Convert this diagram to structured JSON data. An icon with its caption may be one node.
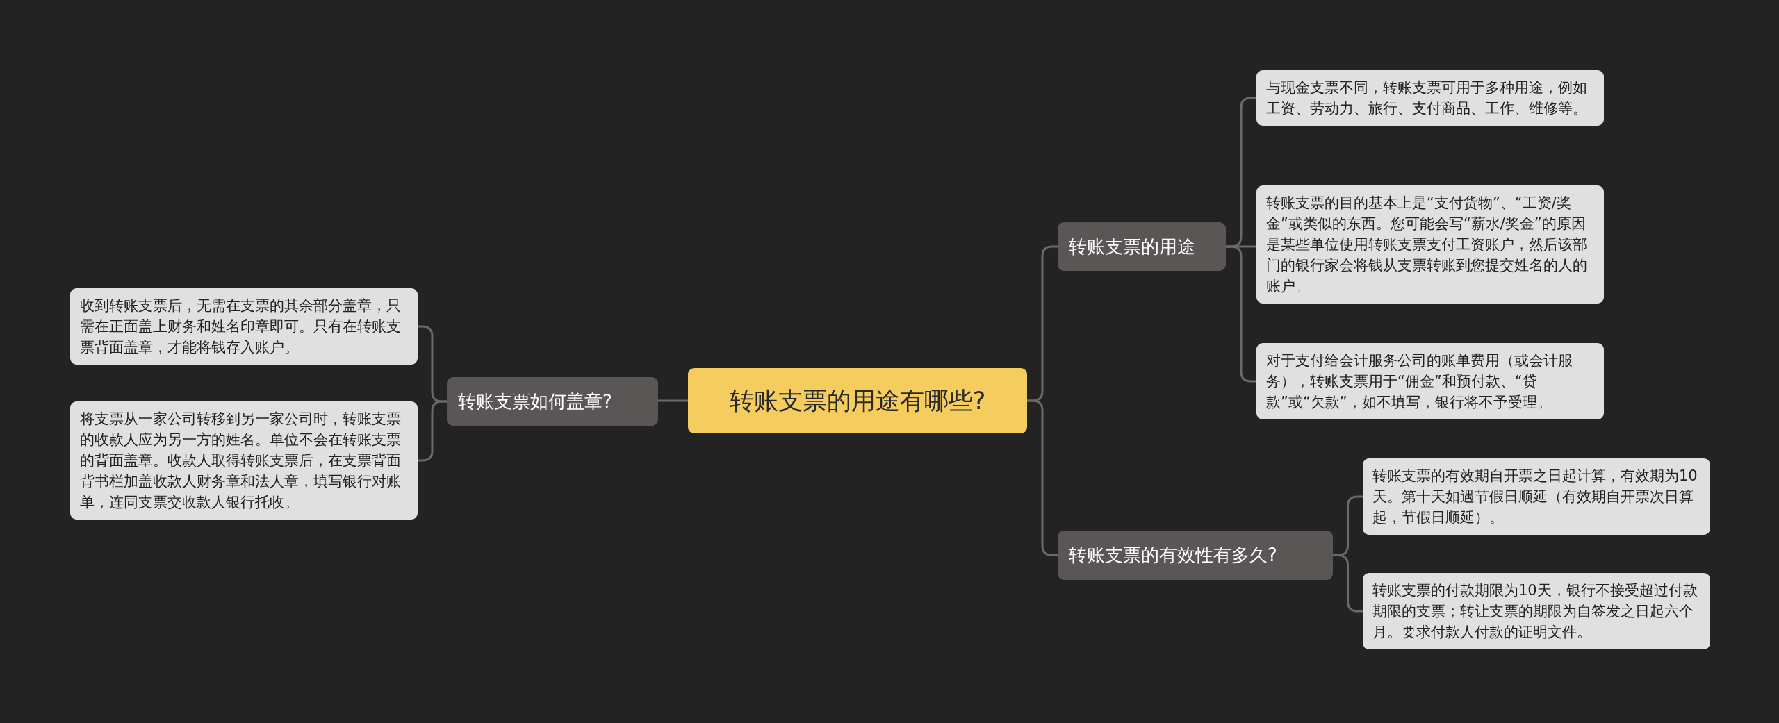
{
  "diagram": {
    "nodes": [
      {
        "text": [
          "转账支票的用途有哪些?"
        ]
      },
      {
        "text": [
          "转账支票的用途"
        ]
      },
      {
        "text": [
          "与现金支票不同，转账支票可用于多种用途，例如工资、劳动力、旅行、支付商品、工作、维修等。"
        ]
      },
      {
        "text": [
          "转账支票的目的基本上是“支付货物”、“工资/奖金”或类似的东西。您可能会写“薪水/奖金”的原因是某些单位使用转账支票支付工资账户，然后该部门的银行家会将钱从支票转账到您提交姓名的人的账户。"
        ]
      },
      {
        "text": [
          "对于支付给会计服务公司的账单费用（或会计服务），转账支票用于“佣金”和预付款、“贷款”或“欠款”，如不填写，银行将不予受理。"
        ]
      },
      {
        "text": [
          "转账支票的有效性有多久?"
        ]
      },
      {
        "text": [
          "转账支票的有效期自开票之日起计算，有效期为10天。第十天如遇节假日顺延（有效期自开票次日算起，节假日顺延）。"
        ]
      },
      {
        "text": [
          "转账支票的付款期限为10天，银行不接受超过付款期限的支票；转让支票的期限为自签发之日起六个月。要求付款人付款的证明文件。"
        ]
      },
      {
        "text": [
          "转账支票如何盖章?"
        ]
      },
      {
        "text": [
          "收到转账支票后，无需在支票的其余部分盖章，只需在正面盖上财务和姓名印章即可。只有在转账支票背面盖章，才能将钱存入账户。"
        ]
      },
      {
        "text": [
          "将支票从一家公司转移到另一家公司时，转账支票的收款人应为另一方的姓名。单位不会在转账支票的背面盖章。收款人取得转账支票后，在支票背面背书栏加盖收款人财务章和法人章，填写银行对账单，连同支票交收款人银行托收。"
        ]
      }
    ],
    "edges": [
      {
        "from": 0,
        "to": 1,
        "arrow": "none"
      },
      {
        "from": 1,
        "to": 2,
        "arrow": "none"
      },
      {
        "from": 1,
        "to": 3,
        "arrow": "none"
      },
      {
        "from": 1,
        "to": 4,
        "arrow": "none"
      },
      {
        "from": 0,
        "to": 5,
        "arrow": "none"
      },
      {
        "from": 5,
        "to": 6,
        "arrow": "none"
      },
      {
        "from": 5,
        "to": 7,
        "arrow": "none"
      },
      {
        "from": 0,
        "to": 8,
        "arrow": "none"
      },
      {
        "from": 8,
        "to": 9,
        "arrow": "none"
      },
      {
        "from": 8,
        "to": 10,
        "arrow": "none"
      }
    ]
  }
}
